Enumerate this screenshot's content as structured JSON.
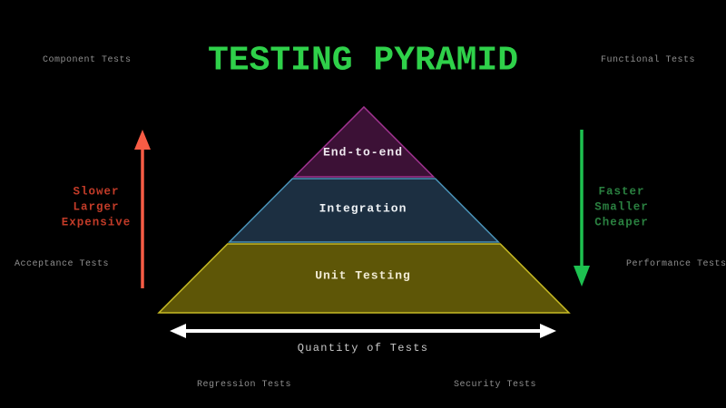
{
  "title": "TESTING PYRAMID",
  "colors": {
    "background": "#000000",
    "title": "#2fd14a",
    "corner_label_text": "#8f8f8f"
  },
  "pyramid": {
    "layers": [
      {
        "label": "End-to-end",
        "fill": "#3c1136",
        "border": "#a03390",
        "text_color": "#efe9f0"
      },
      {
        "label": "Integration",
        "fill": "#1c2f41",
        "border": "#4a93b8",
        "text_color": "#eef2f5"
      },
      {
        "label": "Unit Testing",
        "fill": "#5e5607",
        "border": "#c9bc25",
        "text_color": "#f2ecd5"
      }
    ]
  },
  "left_scale": {
    "direction": "up",
    "arrow_color": "#f85c45",
    "text_color": "#c23b28",
    "lines": [
      "Slower",
      "Larger",
      "Expensive"
    ]
  },
  "right_scale": {
    "direction": "down",
    "arrow_color": "#1dc150",
    "text_color": "#2a8040",
    "lines": [
      "Faster",
      "Smaller",
      "Cheaper"
    ]
  },
  "bottom_scale": {
    "label": "Quantity of Tests",
    "arrow_color": "#ffffff",
    "text_color": "#c9c9c9"
  },
  "corner_labels": {
    "top_left": "Component Tests",
    "top_right": "Functional Tests",
    "mid_left": "Acceptance Tests",
    "mid_right": "Performance Tests",
    "bottom_left": "Regression Tests",
    "bottom_right": "Security Tests"
  }
}
